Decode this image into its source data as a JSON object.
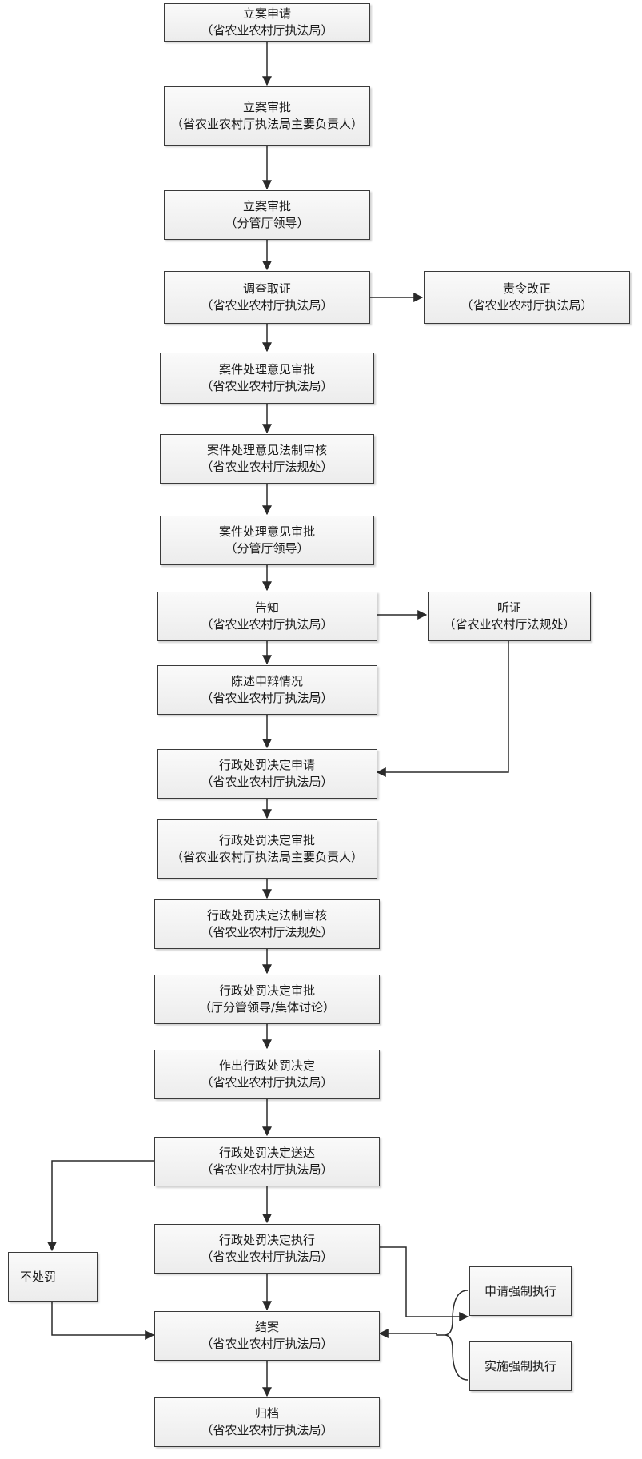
{
  "nodes": {
    "n1": {
      "title": "立案申请",
      "sub": "（省农业农村厅执法局）"
    },
    "n2": {
      "title": "立案审批",
      "sub": "（省农业农村厅执法局主要负责人）"
    },
    "n3": {
      "title": "立案审批",
      "sub": "（分管厅领导）"
    },
    "n4": {
      "title": "调查取证",
      "sub": "（省农业农村厅执法局）"
    },
    "n4r": {
      "title": "责令改正",
      "sub": "（省农业农村厅执法局）"
    },
    "n5": {
      "title": "案件处理意见审批",
      "sub": "（省农业农村厅执法局）"
    },
    "n6": {
      "title": "案件处理意见法制审核",
      "sub": "（省农业农村厅法规处）"
    },
    "n7": {
      "title": "案件处理意见审批",
      "sub": "（分管厅领导）"
    },
    "n8": {
      "title": "告知",
      "sub": "（省农业农村厅执法局）"
    },
    "n8r": {
      "title": "听证",
      "sub": "（省农业农村厅法规处）"
    },
    "n9": {
      "title": "陈述申辩情况",
      "sub": "（省农业农村厅执法局）"
    },
    "n10": {
      "title": "行政处罚决定申请",
      "sub": "（省农业农村厅执法局）"
    },
    "n11": {
      "title": "行政处罚决定审批",
      "sub": "（省农业农村厅执法局主要负责人）"
    },
    "n12": {
      "title": "行政处罚决定法制审核",
      "sub": "（省农业农村厅法规处）"
    },
    "n13": {
      "title": "行政处罚决定审批",
      "sub": "（厅分管领导/集体讨论）"
    },
    "n14": {
      "title": "作出行政处罚决定",
      "sub": "（省农业农村厅执法局）"
    },
    "n15": {
      "title": "行政处罚决定送达",
      "sub": "（省农业农村厅执法局）"
    },
    "n16": {
      "title": "行政处罚决定执行",
      "sub": "（省农业农村厅执法局）"
    },
    "nbp": {
      "title": "不处罚"
    },
    "nsq": {
      "title": "申请强制执行"
    },
    "nss": {
      "title": "实施强制执行"
    },
    "n17": {
      "title": "结案",
      "sub": "（省农业农村厅执法局）"
    },
    "n18": {
      "title": "归档",
      "sub": "（省农业农村厅执法局）"
    }
  },
  "colors": {
    "line": "#2a2a2a",
    "box_border": "#3a3a3a",
    "box_fill": "#eeeeee"
  }
}
